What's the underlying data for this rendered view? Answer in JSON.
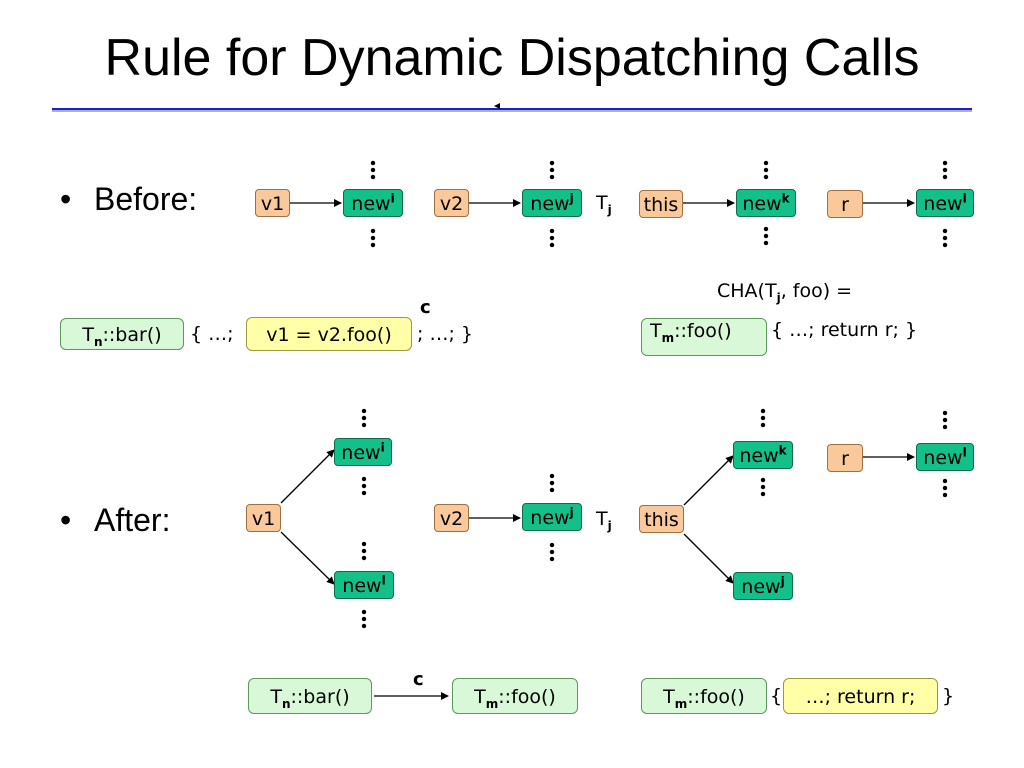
{
  "title": "Rule for Dynamic Dispatching Calls",
  "bullets": {
    "dot": "•",
    "before": "Before:",
    "after": "After:"
  },
  "before": {
    "v1": "v1",
    "v2": "v2",
    "this": "this",
    "r": "r",
    "new_base": "new",
    "sup_i": "i",
    "sup_j": "j",
    "sup_k": "k",
    "sup_l": "l",
    "tj_base": "T",
    "tj_sub": "j",
    "caller_base": "T",
    "caller_sub": "n",
    "caller_rest": "::bar()",
    "caller_open": "{ …;",
    "call_stmt": "v1 = v2.foo()",
    "caller_close": "; …; }",
    "call_label": "c",
    "cha_prefix": "CHA(T",
    "cha_sub": "j",
    "cha_suffix": ", foo) =",
    "callee_base": "T",
    "callee_sub": "m",
    "callee_rest": "::foo()",
    "callee_body": "{ …; return r; }"
  },
  "after": {
    "v1": "v1",
    "v2": "v2",
    "this": "this",
    "r": "r",
    "new_base": "new",
    "sup_i": "i",
    "sup_j": "j",
    "sup_k": "k",
    "sup_l": "l",
    "tj_base": "T",
    "tj_sub": "j",
    "caller_base": "T",
    "caller_sub": "n",
    "caller_rest": "::bar()",
    "call_label": "c",
    "target_base": "T",
    "target_sub": "m",
    "target_rest": "::foo()",
    "callee_base": "T",
    "callee_sub": "m",
    "callee_rest": "::foo()",
    "callee_open": "{",
    "callee_body": "…; return r;",
    "callee_close": "}"
  },
  "colors": {
    "variable": "#f9c89b",
    "object": "#14c08a",
    "method": "#d8f8d8",
    "call": "#ffffa8",
    "rule": "#1f1fc0"
  }
}
